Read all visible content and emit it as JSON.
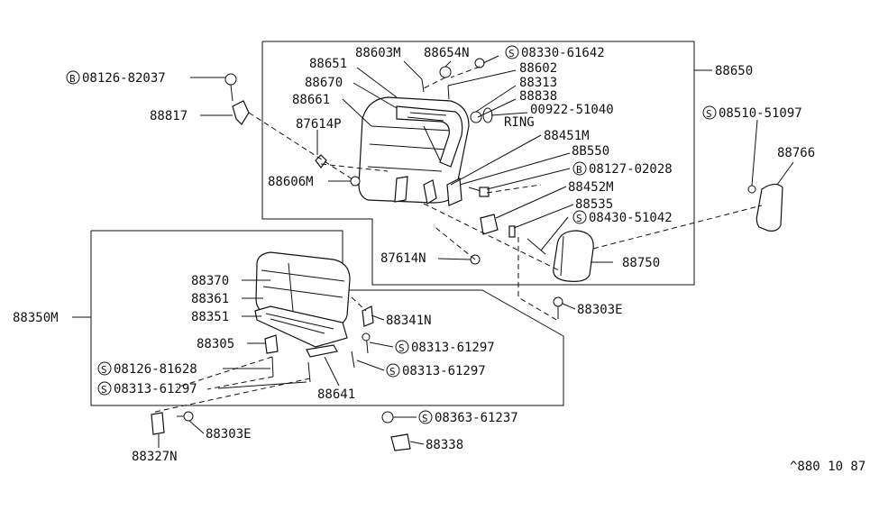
{
  "labels": {
    "l_88603M": "88603M",
    "l_88654N": "88654N",
    "l_08330": "08330-61642",
    "l_88651": "88651",
    "l_88602": "88602",
    "l_88670": "88670",
    "l_88313": "88313",
    "l_88661": "88661",
    "l_88838": "88838",
    "l_00922": "00922-51040",
    "l_ring": "RING",
    "l_87614P": "87614P",
    "l_88451M": "88451M",
    "l_88550": "8B550",
    "l_08127": "08127-02028",
    "l_88606M": "88606M",
    "l_88452M": "88452M",
    "l_88535": "88535",
    "l_08430": "08430-51042",
    "l_87614N": "87614N",
    "l_88750": "88750",
    "l_88650": "88650",
    "l_08126a": "08126-82037",
    "l_88817": "88817",
    "l_08510": "08510-51097",
    "l_88766": "88766",
    "l_88370": "88370",
    "l_88361": "88361",
    "l_88351": "88351",
    "l_88350M": "88350M",
    "l_88341N": "88341N",
    "l_88303E_a": "88303E",
    "l_88305": "88305",
    "l_08313a": "08313-61297",
    "l_08126b": "08126-81628",
    "l_08313b": "08313-61297",
    "l_08313c": "08313-61297",
    "l_88641": "88641",
    "l_88303E_b": "88303E",
    "l_08363": "08363-61237",
    "l_88338": "88338",
    "l_88327N": "88327N",
    "l_ref": "^880 10 87"
  },
  "prefixes": {
    "S": "S",
    "B": "B"
  }
}
